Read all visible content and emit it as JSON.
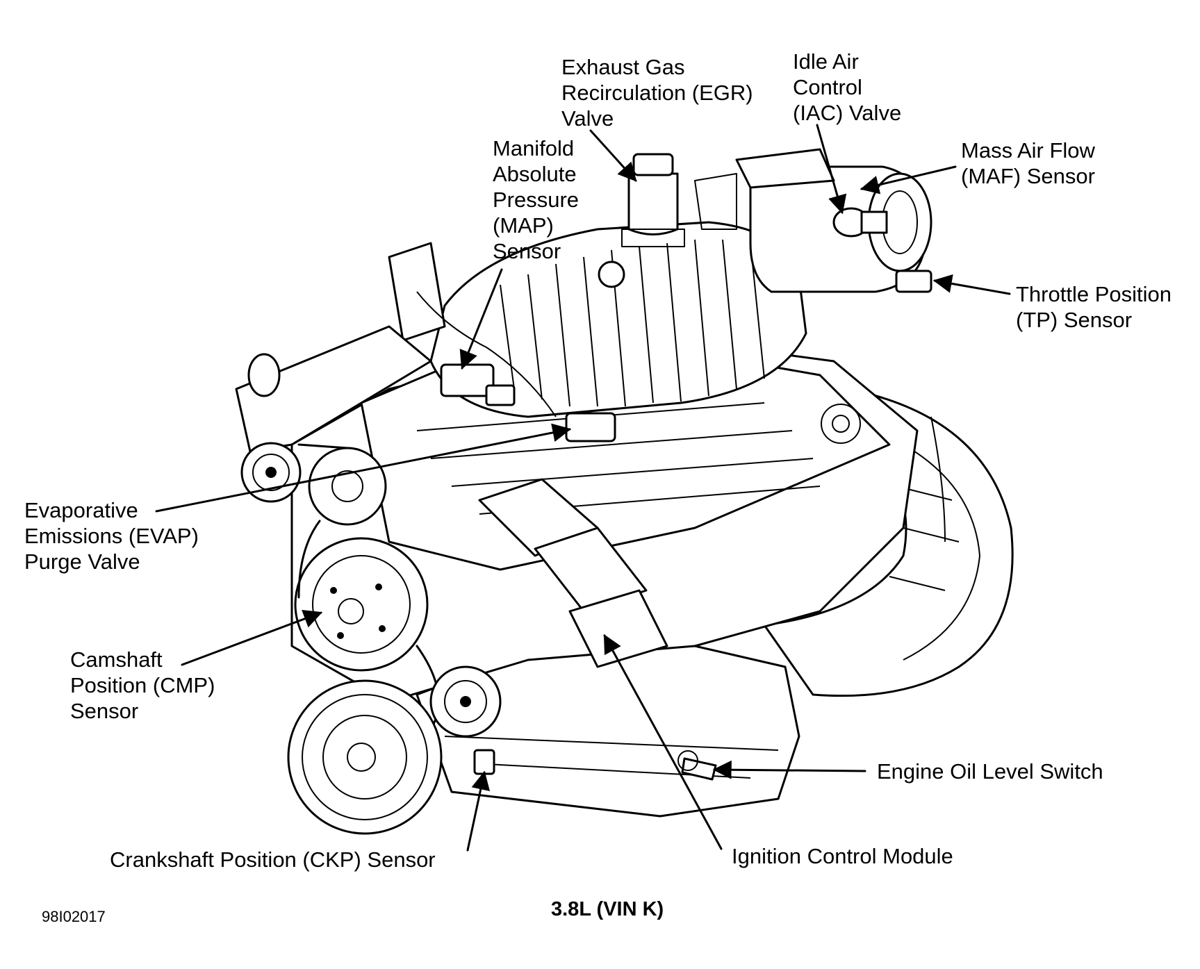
{
  "labels": {
    "egr": "Exhaust Gas\nRecirculation (EGR)\nValve",
    "iac": "Idle Air\nControl\n(IAC) Valve",
    "maf": "Mass Air Flow\n(MAF) Sensor",
    "map": "Manifold\nAbsolute\nPressure\n(MAP)\nSensor",
    "tp": "Throttle Position\n(TP) Sensor",
    "evap": "Evaporative\nEmissions (EVAP)\nPurge Valve",
    "cmp": "Camshaft\nPosition (CMP)\nSensor",
    "oil_level": "Engine Oil Level Switch",
    "ckp": "Crankshaft Position (CKP) Sensor",
    "icm": "Ignition Control Module"
  },
  "figure_code": "98I02017",
  "caption": "3.8L (VIN K)",
  "icons": [
    "engine-drawing",
    "arrow-icon"
  ],
  "colors": {
    "ink": "#000000",
    "paper": "#ffffff"
  }
}
